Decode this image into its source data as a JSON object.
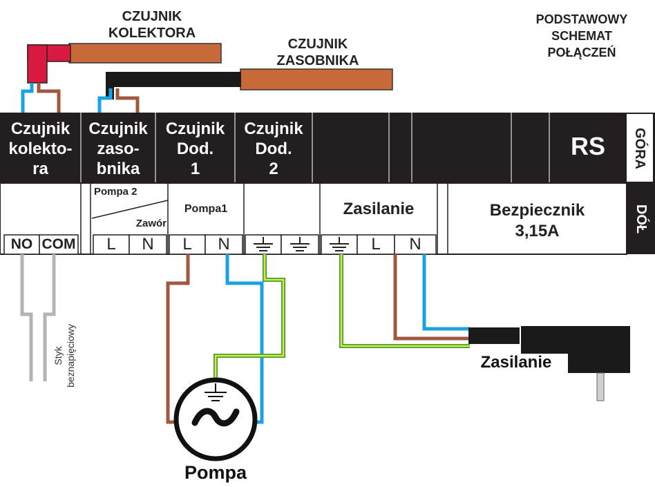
{
  "title": "PODSTAWOWY\nSCHEMAT\nPOŁĄCZEŃ",
  "sensors": {
    "collector_label": "CZUJNIK\nKOLEKTORA",
    "tank_label": "CZUJNIK\nZASOBNIKA"
  },
  "top_row": {
    "czujnik_kolektora": "Czujnik\nkolekto-\nra",
    "czujnik_zasobnika": "Czujnik\nzaso-\nbnika",
    "czujnik_dod1": "Czujnik\nDod.\n1",
    "czujnik_dod2": "Czujnik\nDod.\n2",
    "rs": "RS",
    "gora": "GÓRA"
  },
  "bottom_row": {
    "pompa2": "Pompa 2",
    "zawor": "Zawór",
    "pompa1": "Pompa1",
    "zasilanie": "Zasilanie",
    "bezpiecznik": "Bezpiecznik\n3,15A",
    "dol": "DÓŁ"
  },
  "terminals": {
    "no": "NO",
    "com": "COM",
    "l1": "L",
    "n1": "N",
    "l2": "L",
    "n2": "N",
    "l3": "L",
    "n3": "N"
  },
  "relay_note": "Styk\nbeznapięciowy",
  "pump_label": "Pompa",
  "plug_label": "Zasilanie",
  "colors": {
    "board": "#231f20",
    "sensor_orange": "#c8693a",
    "sensor_red": "#d9193f",
    "wire_brown": "#a0583e",
    "wire_blue": "#1aa3e0",
    "wire_yellow": "#e8e23a",
    "wire_green": "#3aa33a",
    "wire_gray": "#b4b4b4"
  }
}
